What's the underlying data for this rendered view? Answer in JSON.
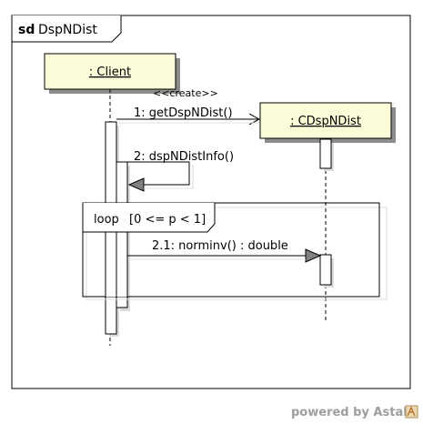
{
  "frame": {
    "keyword": "sd",
    "name": "DspNDist"
  },
  "lifelines": {
    "client": ": Client",
    "cdspndist": ": CDspNDist"
  },
  "messages": {
    "stereotype": "<<create>>",
    "m1": "1: getDspNDist()",
    "m2": "2: dspNDistInfo()",
    "m21": "2.1: norminv() : double"
  },
  "fragment": {
    "operator": "loop",
    "guard": "[0 <= p < 1]"
  },
  "brand": {
    "text": "powered by Astah"
  },
  "colors": {
    "lifeline_fill": "#fcfcd8",
    "shadow": "#8c8c8c",
    "frame_stroke": "#555555"
  }
}
